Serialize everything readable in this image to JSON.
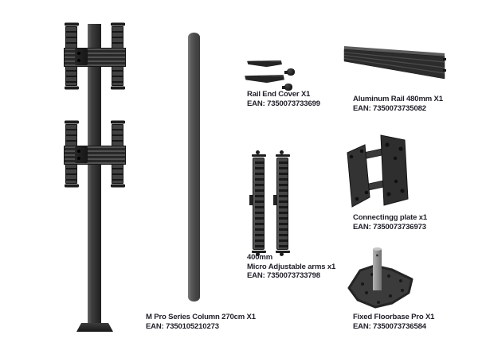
{
  "labels": {
    "column": {
      "name": "M Pro Series Column 270cm X1",
      "ean": "EAN: 7350105210273"
    },
    "rail_end_cover": {
      "name": "Rail End Cover X1",
      "ean": "EAN: 7350073733699"
    },
    "aluminum_rail": {
      "name": "Aluminum Rail 480mm X1",
      "ean": "EAN: 7350073735082"
    },
    "micro_arms": {
      "size_line": "400mm",
      "name": "Micro Adjustable arms x1",
      "ean": "EAN: 7350073733798"
    },
    "connecting_plate": {
      "name": "Connectingg plate x1",
      "ean": "EAN: 7350073736973"
    },
    "floorbase": {
      "name": "Fixed Floorbase Pro X1",
      "ean": "EAN: 7350073736584"
    }
  },
  "colors": {
    "part_dark": "#2b2b2b",
    "part_mid": "#3c3c3c",
    "part_light": "#585858",
    "pole_silver": "#a8a8a8",
    "text": "#1e1e28",
    "background": "#ffffff"
  }
}
